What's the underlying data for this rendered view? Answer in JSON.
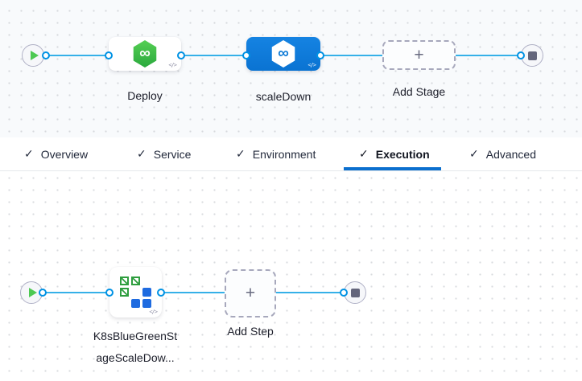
{
  "glyphs": {
    "check": "✓",
    "plus": "+",
    "harness_infinity": "∞",
    "code": "</>"
  },
  "colors": {
    "accent_blue": "#0278d5",
    "edge_blue": "#35b0e8",
    "port_ring_blue": "#0092e4",
    "selected_stage_bg": "#0b7ad7",
    "harness_green": "#3ec24a",
    "k8s_green": "#2f9e3f",
    "k8s_blue": "#1e6be0"
  },
  "stage_graph": {
    "stages": [
      {
        "label": "Deploy",
        "selected": false
      },
      {
        "label": "scaleDown",
        "selected": true
      }
    ],
    "add_stage_label": "Add Stage"
  },
  "tabs": {
    "items": [
      {
        "label": "Overview",
        "checked": true,
        "active": false
      },
      {
        "label": "Service",
        "checked": true,
        "active": false
      },
      {
        "label": "Environment",
        "checked": true,
        "active": false
      },
      {
        "label": "Execution",
        "checked": true,
        "active": true
      },
      {
        "label": "Advanced",
        "checked": true,
        "active": false
      }
    ]
  },
  "execution_graph": {
    "step": {
      "label_line1": "K8sBlueGreenSt",
      "label_line2": "ageScaleDow..."
    },
    "add_step_label": "Add Step"
  }
}
